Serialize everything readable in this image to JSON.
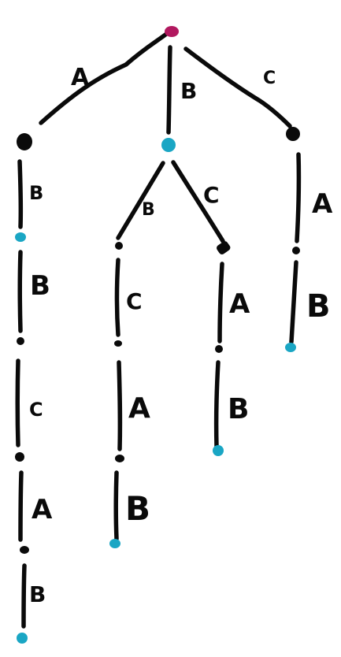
{
  "colors": {
    "root": "#b1185f",
    "leaf": "#1aa6c4",
    "inner": "#0a0a0a",
    "edge": "#0a0a0a"
  },
  "labels": {
    "root_a": "A",
    "root_b": "B",
    "root_c": "C",
    "a_b": "B",
    "a_b_b": "B",
    "a_b_b_c": "C",
    "a_b_b_c_a": "A",
    "a_b_b_c_a_b": "B",
    "b_b": "B",
    "b_b_c": "C",
    "b_b_c_a": "A",
    "b_b_c_a_b": "B",
    "b_c": "C",
    "b_c_a": "A",
    "b_c_a_b": "B",
    "c_a": "A",
    "c_a_b": "B"
  }
}
